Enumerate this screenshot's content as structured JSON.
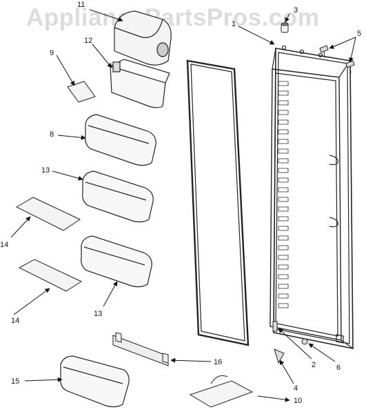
{
  "watermark": "AppliancePartsPros.com",
  "callouts": {
    "p1": "1",
    "p2": "2",
    "p3": "3",
    "p4": "4",
    "p5": "5",
    "p6": "6",
    "p8": "8",
    "p9": "9",
    "p10": "10",
    "p11": "11",
    "p12": "12",
    "p13a": "13",
    "p13b": "13",
    "p14a": "14",
    "p14b": "14",
    "p15": "15",
    "p16": "16"
  }
}
